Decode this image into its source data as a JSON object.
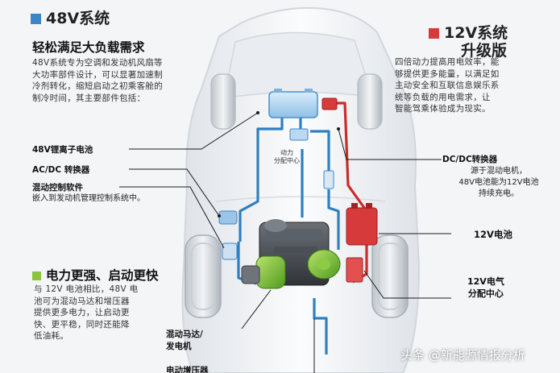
{
  "colors": {
    "blue_accent": "#3a86c8",
    "red_accent": "#d63a3a",
    "green_accent": "#8bc53f",
    "wire_blue": "#2f7fc0",
    "wire_red": "#cc2b2b"
  },
  "left_section": {
    "title": "48V系统",
    "subtitle": "轻松满足大负载需求",
    "body": [
      "48V系统专为空调和发动机风扇等",
      "大功率部件设计，可以显著加速制",
      "冷剂转化，缩短启动之初乘客舱的",
      "制冷时间，其主要部件包括："
    ]
  },
  "right_section": {
    "title_line1": "12V系统",
    "title_line2": "升级版",
    "body": [
      "四倍动力提高用电效率，能",
      "够提供更多能量，以满足如",
      "主动安全和互联信息娱乐系",
      "统等负载的用电需求，让",
      "智能驾乘体验成为现实。"
    ]
  },
  "callouts": {
    "battery48": "48V锂离子电池",
    "acdc": "AC/DC 转换器",
    "hybrid_software_title": "混动控制软件",
    "hybrid_software_body": "嵌入到发动机管理控制系统中。",
    "power_center_line1": "动力",
    "power_center_line2": "分配中心",
    "dcdc_title": "DC/DC转换器",
    "dcdc_body": [
      "源于混动电机，",
      "48V电池能为12V电池",
      "持续充电。"
    ],
    "battery12": "12V电池",
    "dist12_line1": "12V电气",
    "dist12_line2": "分配中心",
    "motor_line1": "混动马达/",
    "motor_line2": "发电机",
    "turbo_partial": "电动增压器"
  },
  "bottom_section": {
    "title": "电力更强、启动更快",
    "body": [
      "与 12V 电池相比，48V 电",
      "池可为混动马达和增压器",
      "提供更多电力，让启动更",
      "快、更平稳，同时还能降",
      "低油耗。"
    ]
  },
  "watermark": "头条 @新能源情报分析"
}
